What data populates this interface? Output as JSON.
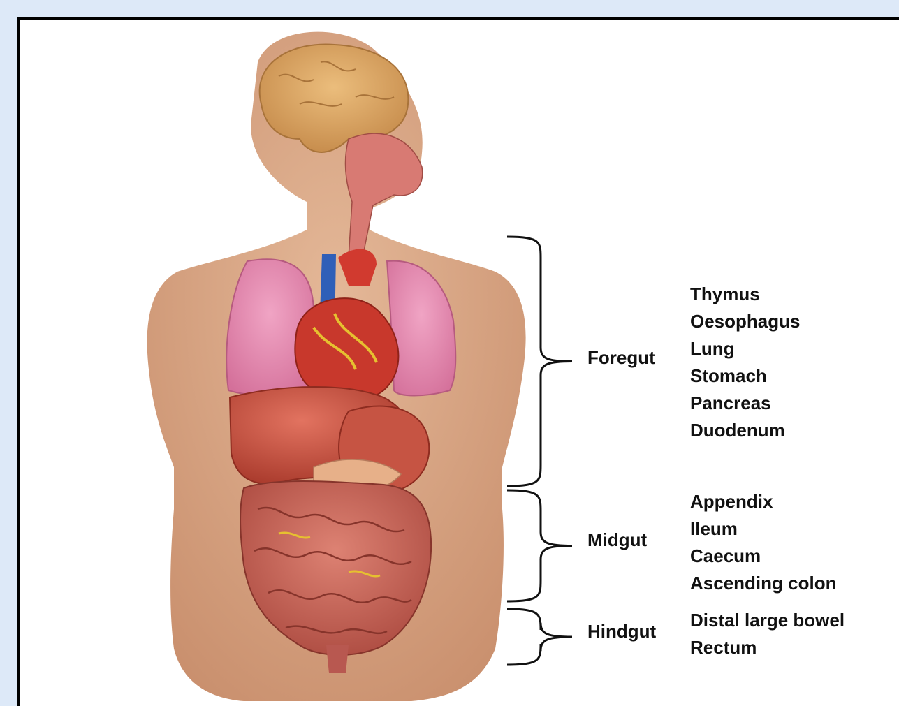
{
  "colors": {
    "background": "#dde9f8",
    "frame": "#000000",
    "skin": "#d9a988",
    "lung": "#e58bb0",
    "liver": "#c9503f",
    "intestine": "#c9655a",
    "brain": "#d8a062",
    "vein": "#2f5fb8"
  },
  "groups": [
    {
      "name": "Foregut",
      "items": [
        "Thymus",
        "Oesophagus",
        "Lung",
        "Stomach",
        "Pancreas",
        "Duodenum"
      ]
    },
    {
      "name": "Midgut",
      "items": [
        "Appendix",
        "Ileum",
        "Caecum",
        "Ascending colon"
      ]
    },
    {
      "name": "Hindgut",
      "items": [
        "Distal large bowel",
        "Rectum"
      ]
    }
  ]
}
